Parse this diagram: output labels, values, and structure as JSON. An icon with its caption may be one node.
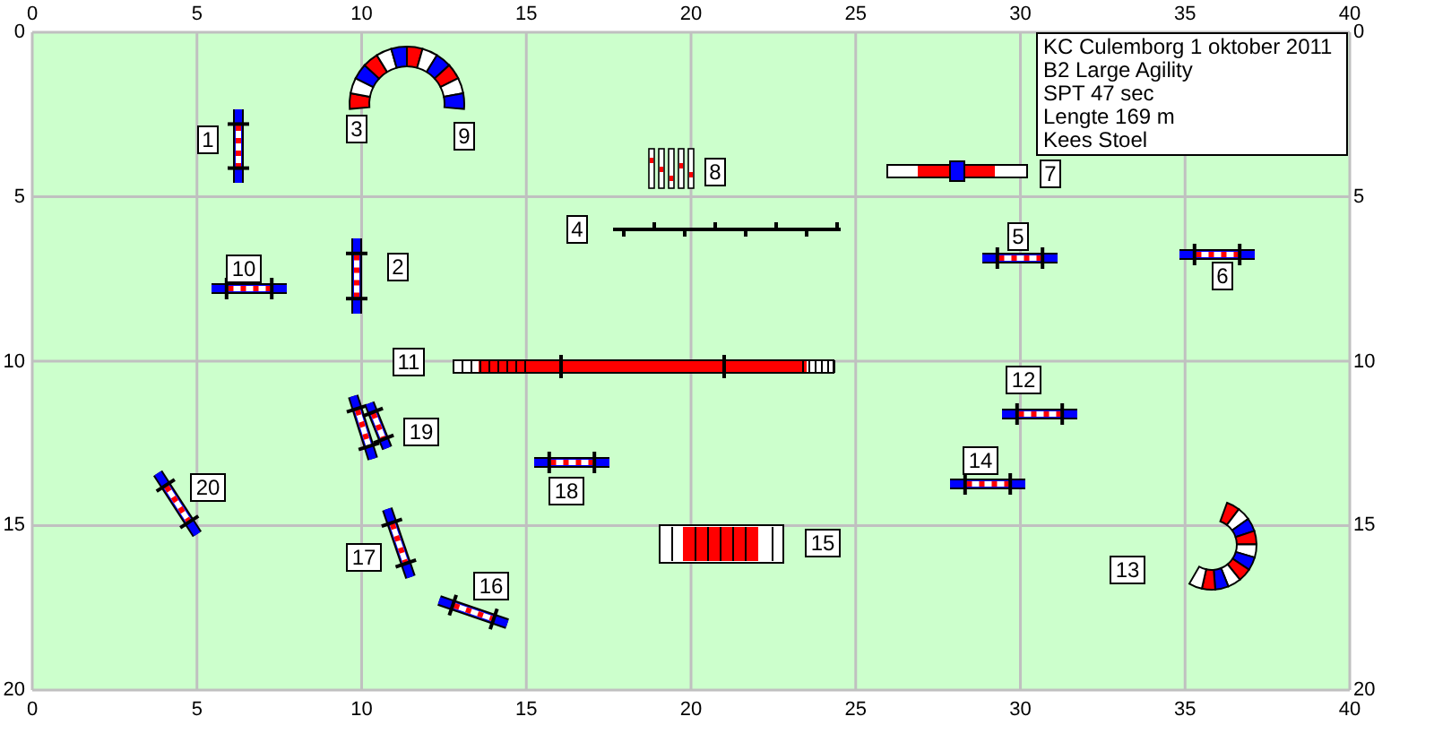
{
  "diagram": {
    "nodes": [
      {
        "text": [
          "1"
        ]
      },
      {
        "text": [
          "2"
        ]
      },
      {
        "text": [
          "3"
        ]
      },
      {
        "text": [
          "4"
        ]
      },
      {
        "text": [
          "5"
        ]
      },
      {
        "text": [
          "6"
        ]
      },
      {
        "text": [
          "7"
        ]
      },
      {
        "text": [
          "8"
        ]
      },
      {
        "text": [
          "9"
        ]
      },
      {
        "text": [
          "10"
        ]
      },
      {
        "text": [
          "11"
        ]
      },
      {
        "text": [
          "12"
        ]
      },
      {
        "text": [
          "13"
        ]
      },
      {
        "text": [
          "14"
        ]
      },
      {
        "text": [
          "15"
        ]
      },
      {
        "text": [
          "16"
        ]
      },
      {
        "text": [
          "17"
        ]
      },
      {
        "text": [
          "18"
        ]
      },
      {
        "text": [
          "19"
        ]
      },
      {
        "text": [
          "20"
        ]
      },
      {
        "text": [
          "KC Culemborg 1 oktober 2011",
          "B2 Large Agility",
          "SPT 47 sec",
          "Lengte 169 m",
          "Kees Stoel"
        ]
      }
    ],
    "labels": [
      "0",
      "5",
      "10",
      "15",
      "20",
      "25",
      "30",
      "35",
      "40",
      "0",
      "5",
      "10",
      "15",
      "20",
      "0",
      "5",
      "10",
      "15",
      "20",
      "0",
      "5",
      "10",
      "15",
      "20",
      "25",
      "30",
      "35",
      "40"
    ]
  }
}
